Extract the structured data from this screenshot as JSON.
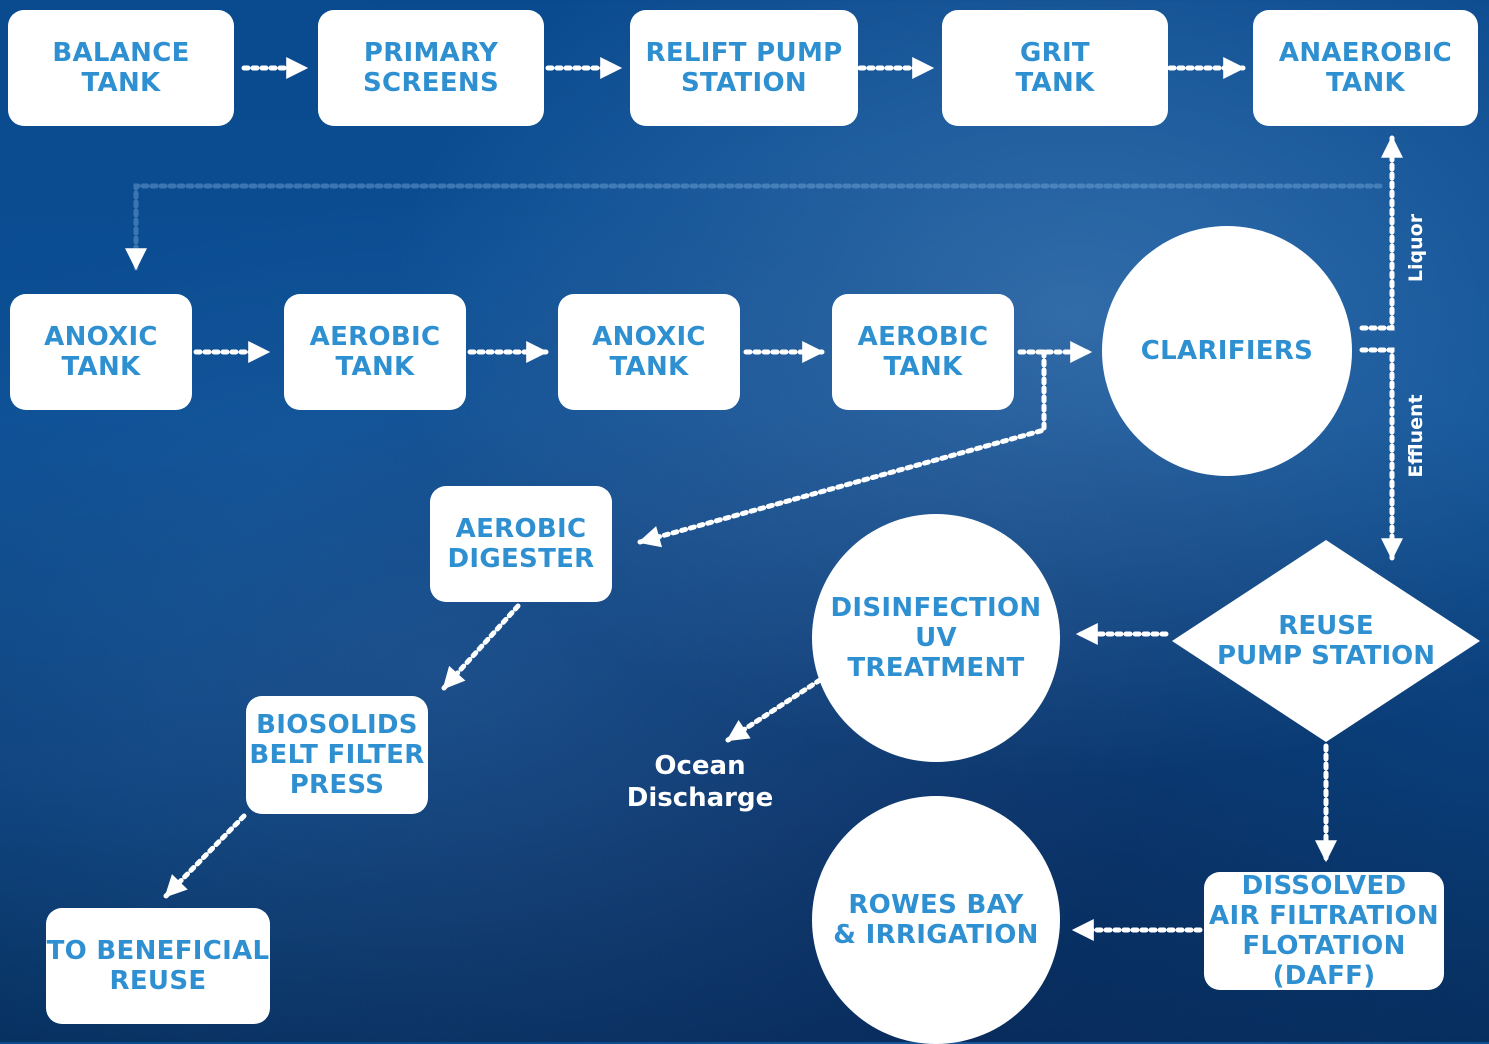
{
  "nodes": {
    "balance_tank": "BALANCE\nTANK",
    "primary_screens": "PRIMARY\nSCREENS",
    "relift_pump_station": "RELIFT PUMP\nSTATION",
    "grit_tank": "GRIT\nTANK",
    "anaerobic_tank": "ANAEROBIC\nTANK",
    "anoxic_tank_1": "ANOXIC\nTANK",
    "aerobic_tank_1": "AEROBIC\nTANK",
    "anoxic_tank_2": "ANOXIC\nTANK",
    "aerobic_tank_2": "AEROBIC\nTANK",
    "clarifiers": "CLARIFIERS",
    "aerobic_digester": "AEROBIC\nDIGESTER",
    "disinfection_uv": "DISINFECTION\nUV\nTREATMENT",
    "reuse_pump_station": "REUSE\nPUMP STATION",
    "biosolids_press": "BIOSOLIDS\nBELT FILTER\nPRESS",
    "to_beneficial_reuse": "TO BENEFICIAL\nREUSE",
    "rowes_bay": "ROWES BAY\n& IRRIGATION",
    "daff": "DISSOLVED\nAIR FILTRATION\nFLOTATION (DAFF)"
  },
  "labels": {
    "liquor": "Liquor",
    "effluent": "Effluent",
    "ocean_discharge": "Ocean\nDischarge"
  },
  "colors": {
    "node_fill": "#ffffff",
    "node_text": "#2e8fd1",
    "flow": "#ffffff"
  }
}
